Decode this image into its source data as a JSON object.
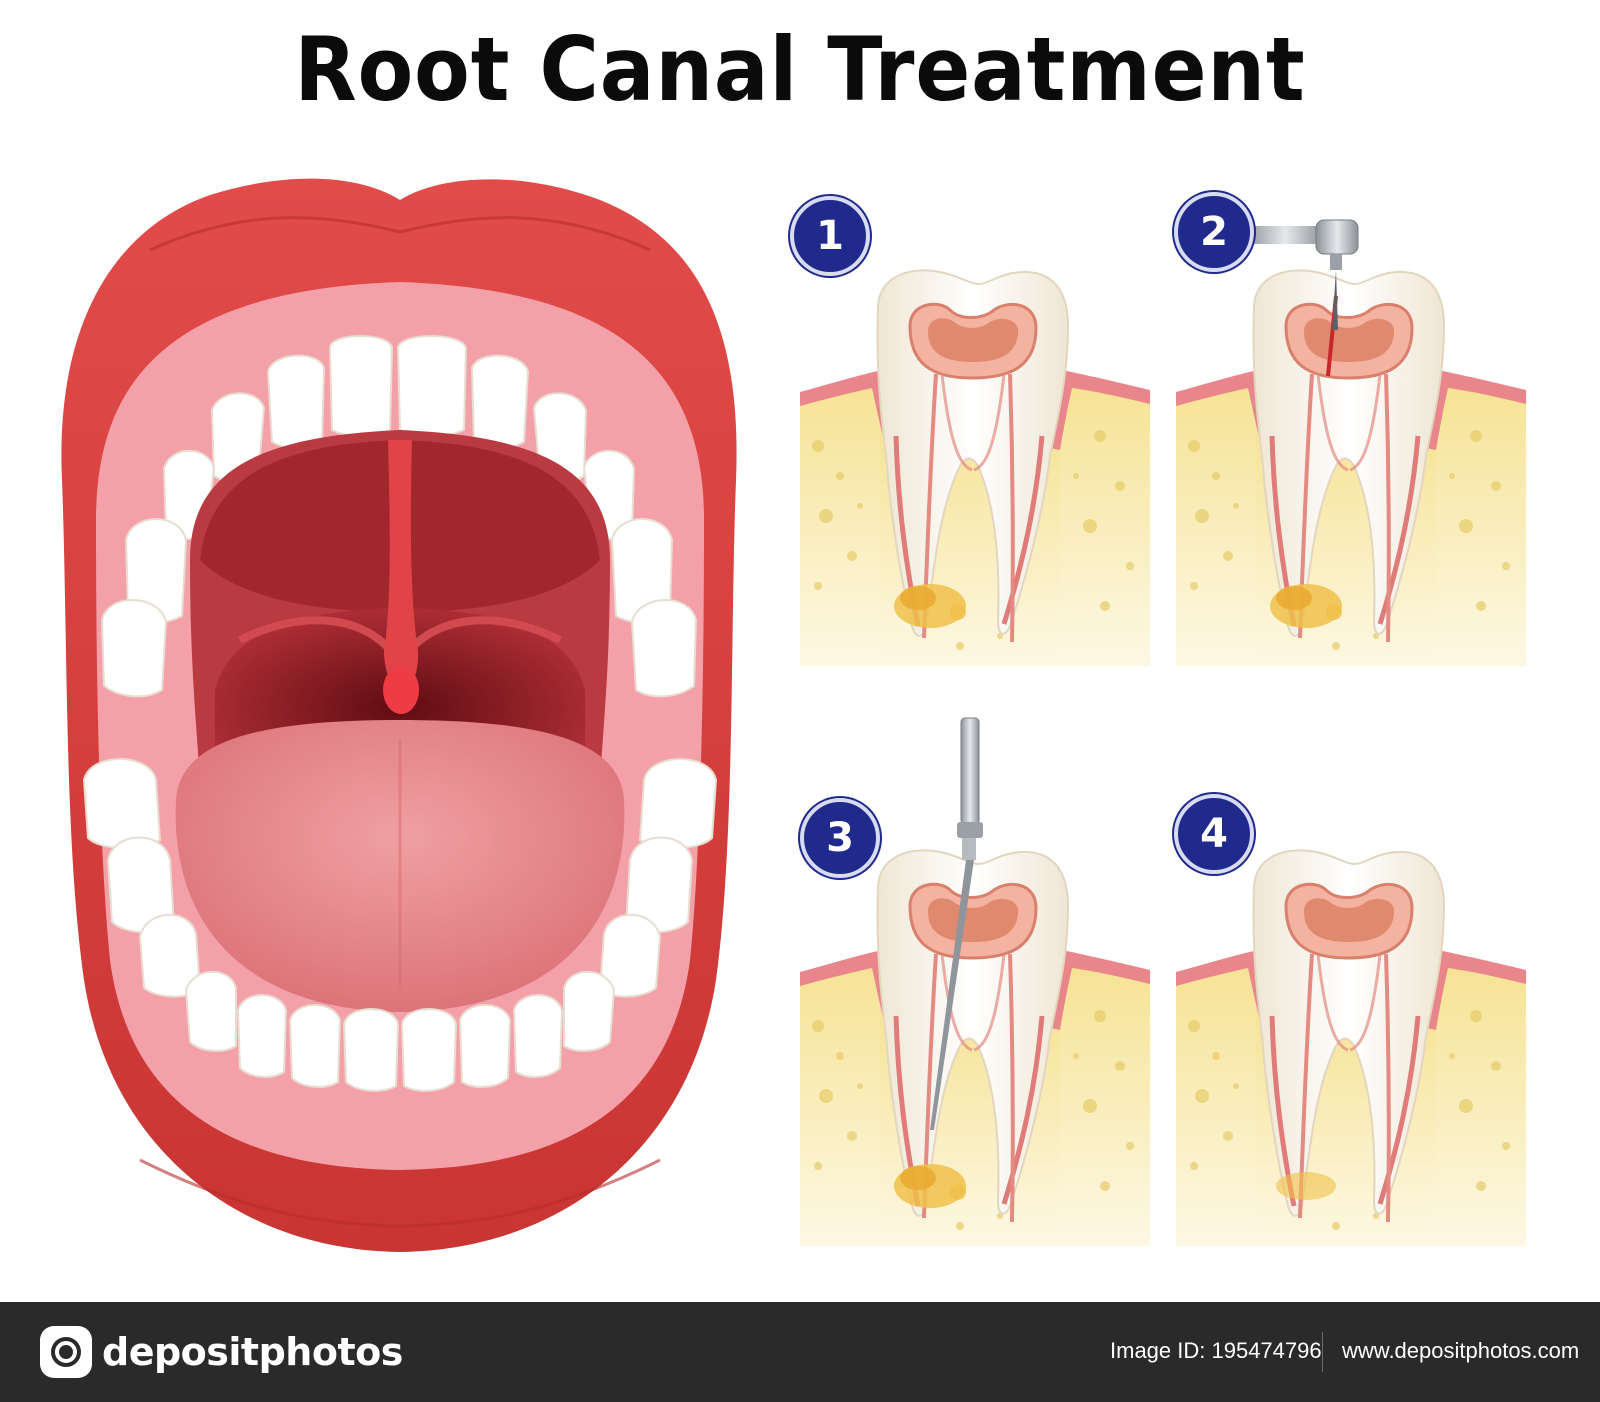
{
  "title": "Root Canal Treatment",
  "steps": [
    {
      "number": "1"
    },
    {
      "number": "2"
    },
    {
      "number": "3"
    },
    {
      "number": "4"
    }
  ],
  "watermark": {
    "brand_name": "depositphotos",
    "image_id": "Image ID: 195474796",
    "site_url": "www.depositphotos.com"
  },
  "colors": {
    "badge": "#1f2a8c",
    "lips": "#d8403f",
    "gum": "#f4a0a8",
    "throat": "#a0262c",
    "tongue": "#e9878a",
    "pulp": "#dd8a72",
    "bone": "#f7e8a6",
    "footer": "#2b2a2a"
  }
}
